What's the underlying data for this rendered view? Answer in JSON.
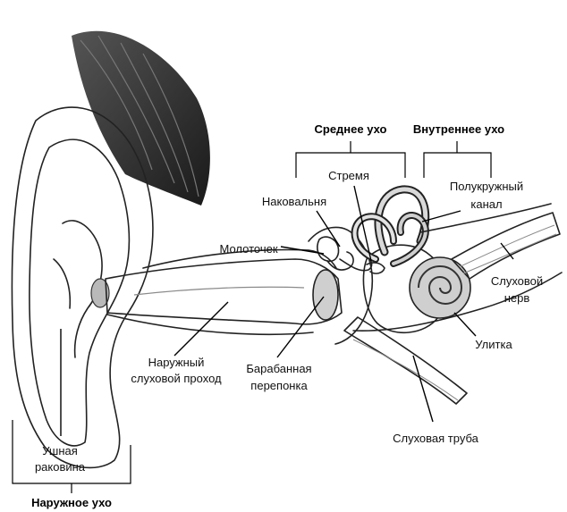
{
  "sections": {
    "outer": "Наружное ухо",
    "middle": "Среднее ухо",
    "inner": "Внутреннее ухо"
  },
  "labels": {
    "auricle": [
      "Ушная",
      "раковина"
    ],
    "ear_canal": [
      "Наружный",
      "слуховой проход"
    ],
    "eardrum": [
      "Барабанная",
      "перепонка"
    ],
    "malleus": "Молоточек",
    "incus": "Наковальня",
    "stapes": "Стремя",
    "semicircular": [
      "Полукружный",
      "канал"
    ],
    "nerve": [
      "Слуховой",
      "нерв"
    ],
    "cochlea": "Улитка",
    "eustachian": "Слуховая труба"
  }
}
